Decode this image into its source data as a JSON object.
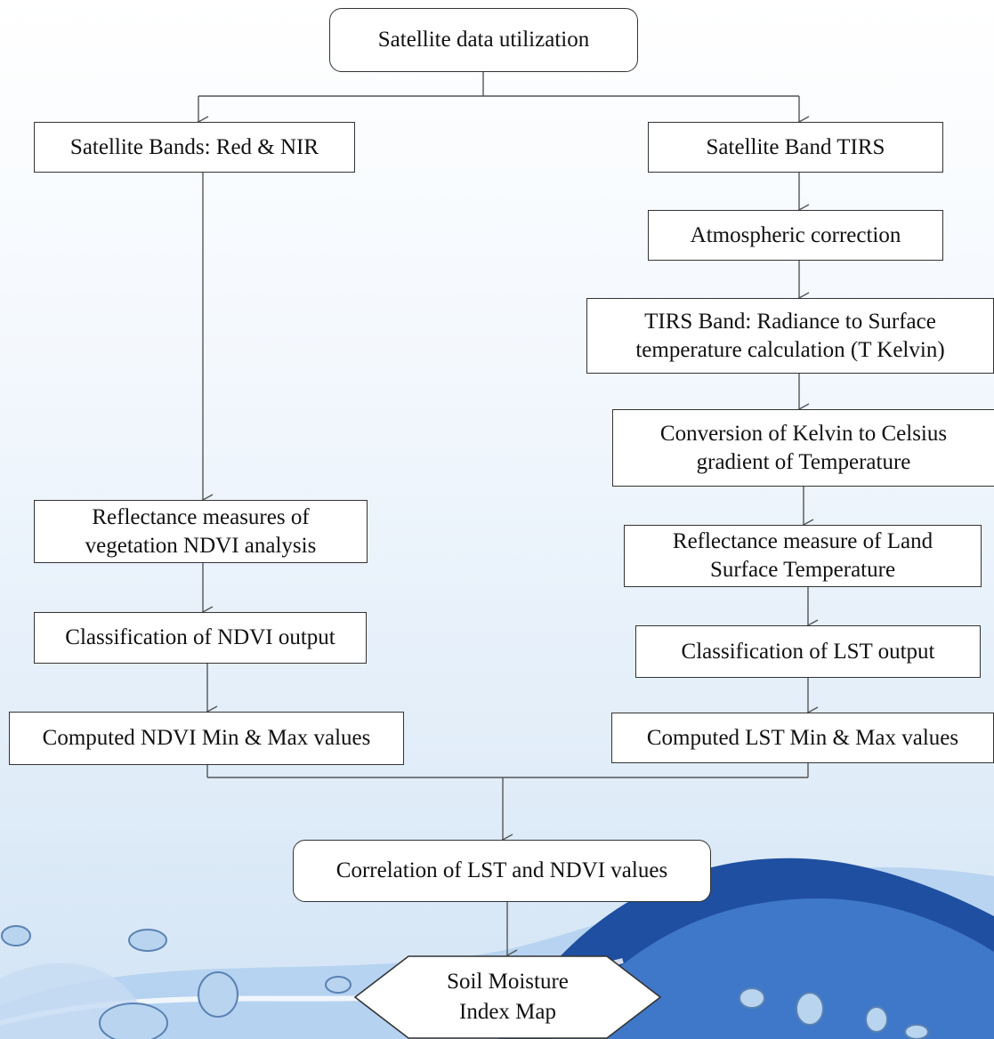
{
  "colors": {
    "background_top": "#ffffff",
    "background_bottom": "#d2e4f5",
    "wave_dark": "#1f4fa0",
    "wave_light": "#7fb0e6",
    "box_border": "#333333",
    "arrow": "#555555"
  },
  "nodes": {
    "top": "Satellite  data utilization",
    "left_bands": "Satellite  Bands: Red & NIR",
    "right_bands": "Satellite  Band TIRS",
    "atmospheric": "Atmospheric correction",
    "radiance_line1": "TIRS Band: Radiance to Surface",
    "radiance_line2": "temperature calculation (T Kelvin)",
    "conversion_line1": "Conversion of Kelvin to Celsius",
    "conversion_line2": "gradient of Temperature",
    "lst_reflectance_line1": "Reflectance measure of Land",
    "lst_reflectance_line2": "Surface Temperature",
    "lst_classification": "Classification  of LST  output",
    "lst_minmax": "Computed LST  Min & Max values",
    "ndvi_reflectance_line1": "Reflectance measures of",
    "ndvi_reflectance_line2": "vegetation NDVI analysis",
    "ndvi_classification": "Classification  of NDVI output",
    "ndvi_minmax": "Computed NDVI Min & Max values",
    "correlation": "Correlation of LST and NDVI values",
    "soil_line1": "Soil Moisture",
    "soil_line2": "Index Map"
  }
}
